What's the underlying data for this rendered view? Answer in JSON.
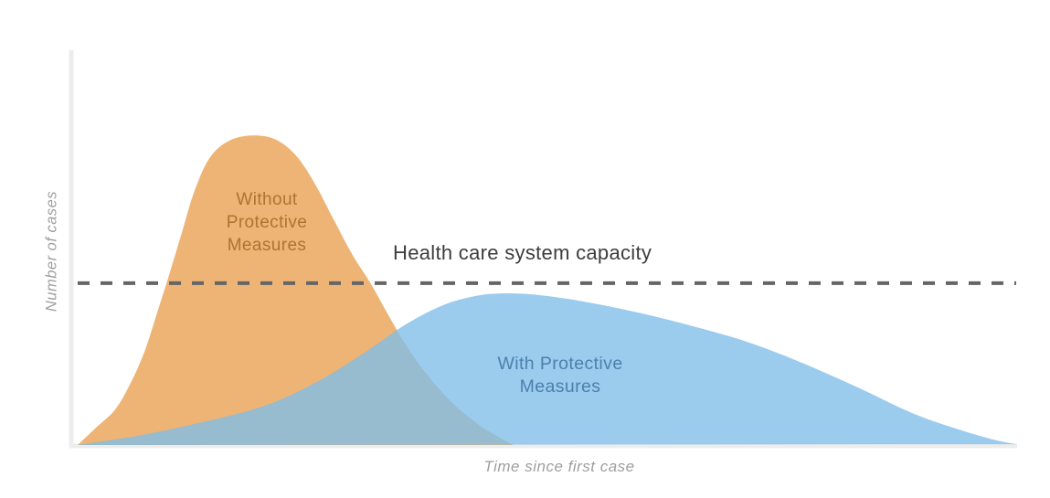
{
  "chart_data": {
    "type": "area",
    "title": "",
    "xlabel": "Time since first case",
    "ylabel": "Number of cases",
    "grid": false,
    "legend": "inline-labels",
    "x_range": [
      0,
      100
    ],
    "y_range": [
      0,
      100
    ],
    "axis_color": "#ededed",
    "axis_label_color": "#9e9e9e",
    "annotation_line": {
      "label": "Health care system capacity",
      "label_color": "#3d3d3d",
      "y": 41,
      "style": "dashed",
      "color": "#656565"
    },
    "series": [
      {
        "name": "Without Protective Measures",
        "fill": "#edb476",
        "fill_opacity": 1,
        "label_color": "#ab752f",
        "peak": {
          "x": 18.5,
          "y": 78.4
        },
        "points": [
          [
            0,
            0
          ],
          [
            2,
            4.5
          ],
          [
            4,
            9
          ],
          [
            5.6,
            15.5
          ],
          [
            7.1,
            23.5
          ],
          [
            8.4,
            33
          ],
          [
            9.6,
            42
          ],
          [
            11,
            53
          ],
          [
            12.4,
            64
          ],
          [
            14,
            72.5
          ],
          [
            16,
            76.9
          ],
          [
            18.5,
            78.4
          ],
          [
            21,
            77.5
          ],
          [
            23.2,
            73.5
          ],
          [
            25.2,
            66.5
          ],
          [
            27.2,
            57.5
          ],
          [
            29.2,
            48.5
          ],
          [
            31.2,
            41
          ],
          [
            33.2,
            32.5
          ],
          [
            35.2,
            24.5
          ],
          [
            37.5,
            17
          ],
          [
            40,
            10.5
          ],
          [
            42.5,
            5.5
          ],
          [
            44.5,
            2.5
          ],
          [
            46.4,
            0
          ]
        ]
      },
      {
        "name": "With Protective Measures",
        "fill": "#7fbce8",
        "fill_opacity": 0.78,
        "label_color": "#4a81ac",
        "peak": {
          "x": 45.2,
          "y": 38.4
        },
        "points": [
          [
            0,
            0
          ],
          [
            6.3,
            2.3
          ],
          [
            13,
            5.6
          ],
          [
            20,
            10
          ],
          [
            25.8,
            16.4
          ],
          [
            30.7,
            23.6
          ],
          [
            35,
            30.6
          ],
          [
            38.9,
            35.4
          ],
          [
            42.3,
            37.7
          ],
          [
            45.2,
            38.4
          ],
          [
            49,
            38
          ],
          [
            54,
            36.3
          ],
          [
            59.8,
            33.5
          ],
          [
            65.7,
            30
          ],
          [
            71.5,
            26
          ],
          [
            77.4,
            20.6
          ],
          [
            83.2,
            14.5
          ],
          [
            89,
            8
          ],
          [
            93.8,
            4
          ],
          [
            97.7,
            1.3
          ],
          [
            100,
            0.2
          ]
        ]
      }
    ]
  }
}
